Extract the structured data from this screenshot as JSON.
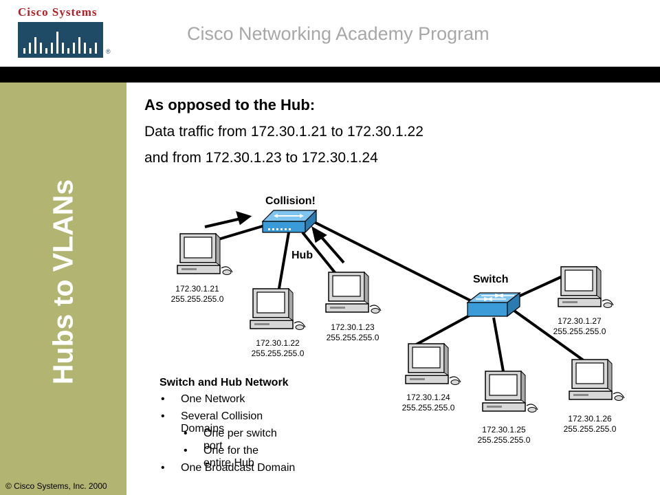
{
  "header": {
    "logo_text": "Cisco Systems",
    "logo_mark": "®",
    "program_title": "Cisco Networking Academy Program"
  },
  "sidebar": {
    "title": "Hubs to VLANs",
    "copyright": "© Cisco Systems, Inc. 2000"
  },
  "content": {
    "heading": "As opposed to the Hub:",
    "line1": "Data traffic from 172.30.1.21 to 172.30.1.22",
    "line2": "and from 172.30.1.23 to 172.30.1.24"
  },
  "diagram": {
    "collision_label": "Collision!",
    "hub_label": "Hub",
    "switch_label": "Switch",
    "hosts": [
      {
        "ip": "172.30.1.21",
        "mask": "255.255.255.0"
      },
      {
        "ip": "172.30.1.22",
        "mask": "255.255.255.0"
      },
      {
        "ip": "172.30.1.23",
        "mask": "255.255.255.0"
      },
      {
        "ip": "172.30.1.24",
        "mask": "255.255.255.0"
      },
      {
        "ip": "172.30.1.25",
        "mask": "255.255.255.0"
      },
      {
        "ip": "172.30.1.26",
        "mask": "255.255.255.0"
      },
      {
        "ip": "172.30.1.27",
        "mask": "255.255.255.0"
      }
    ],
    "colors": {
      "device": "#3a9bd8",
      "computer": "#d8d8d8"
    }
  },
  "bullets": {
    "title": "Switch and Hub Network",
    "items": [
      {
        "text": "One Network",
        "level": 1
      },
      {
        "text": "Several Collision Domains",
        "level": 1
      },
      {
        "text": "One per switch port",
        "level": 2
      },
      {
        "text": "One for the entire Hub",
        "level": 2
      },
      {
        "text": "One Broadcast Domain",
        "level": 1
      }
    ]
  }
}
